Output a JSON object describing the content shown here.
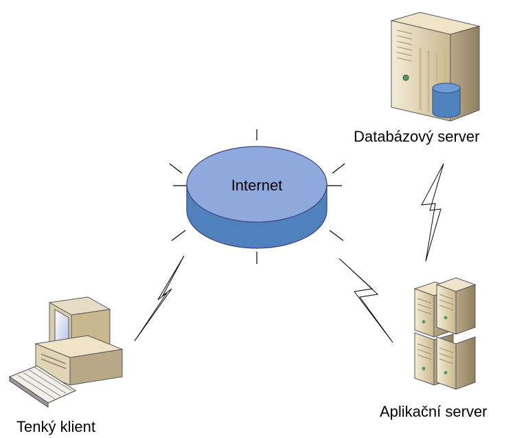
{
  "nodes": {
    "internet": {
      "label": "Internet"
    },
    "database_server": {
      "label": "Databázový server"
    },
    "app_server": {
      "label": "Aplikační server"
    },
    "thin_client": {
      "label": "Tenký klient"
    }
  },
  "connections": [
    {
      "from": "internet",
      "to": "thin_client",
      "style": "lightning"
    },
    {
      "from": "internet",
      "to": "app_server",
      "style": "lightning"
    },
    {
      "from": "app_server",
      "to": "database_server",
      "style": "lightning"
    }
  ],
  "colors": {
    "internet_top": "#8ea9dc",
    "internet_side": "#4f81bd",
    "internet_outline": "#3f3f7f",
    "server_body": "#e8dcc0",
    "server_dark": "#b9a887",
    "db_cylinder": "#4f81bd"
  },
  "icons": {
    "internet": "network-cloud-cylinder-icon",
    "database_server": "database-server-icon",
    "app_server": "server-rack-icon",
    "thin_client": "desktop-computer-icon"
  }
}
